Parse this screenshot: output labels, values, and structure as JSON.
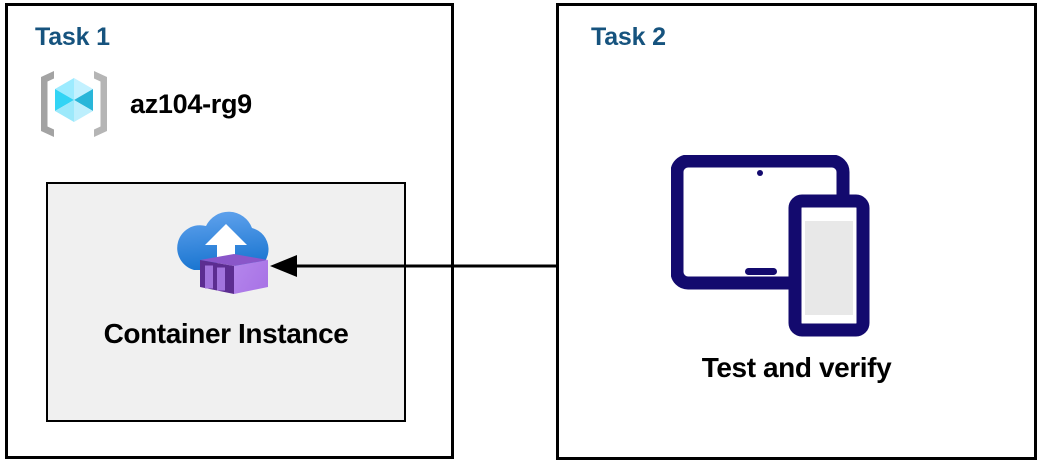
{
  "diagram": {
    "panels": [
      {
        "id": "task1",
        "title": "Task 1",
        "resource_group": {
          "label": "az104-rg9",
          "icon": "resource-group-icon"
        },
        "resource": {
          "label": "Container Instance",
          "icon": "container-instance-icon"
        }
      },
      {
        "id": "task2",
        "title": "Task 2",
        "item": {
          "label": "Test and verify",
          "icon": "tablet-and-phone-icon"
        }
      }
    ],
    "connector": {
      "name": "flow-arrow",
      "direction": "right-to-left",
      "from": "Test and verify",
      "to": "Container Instance"
    },
    "colors": {
      "task_title": "#16537e",
      "panel_border": "#000000",
      "resource_box_fill": "#f0f0f0",
      "device_navy": "#130a6e",
      "container_purple_light": "#b07ce8",
      "container_purple_dark": "#5c2d91",
      "cloud_blue_light": "#5a9ceb",
      "cloud_blue_dark": "#1b76d1",
      "rg_cube_cyan": "#50e6ff",
      "rg_bracket_gray": "#a3a3a3",
      "arrow_black": "#000000"
    }
  }
}
